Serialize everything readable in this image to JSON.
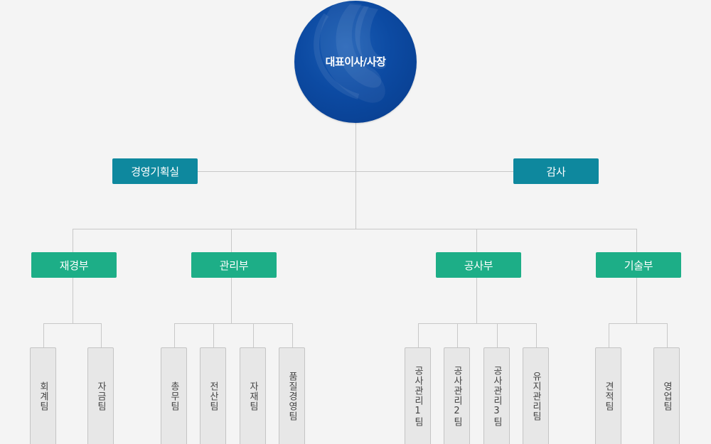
{
  "ceo": {
    "label": "대표이사/사장"
  },
  "staff": {
    "left": {
      "label": "경영기획실"
    },
    "right": {
      "label": "감사"
    }
  },
  "departments": [
    {
      "label": "재경부",
      "teams": [
        "회계팀",
        "자금팀"
      ]
    },
    {
      "label": "관리부",
      "teams": [
        "총무팀",
        "전산팀",
        "자재팀",
        "품질경영팀"
      ]
    },
    {
      "label": "공사부",
      "teams": [
        "공사관리1팀",
        "공사관리2팀",
        "공사관리3팀",
        "유지관리팀"
      ]
    },
    {
      "label": "기술부",
      "teams": [
        "견적팀",
        "영업팀"
      ]
    }
  ],
  "colors": {
    "ceo": "#0c4aa2",
    "staff": "#0e889e",
    "department": "#1dae87",
    "team": "#e7e7e7",
    "line": "#c8c8c8"
  }
}
